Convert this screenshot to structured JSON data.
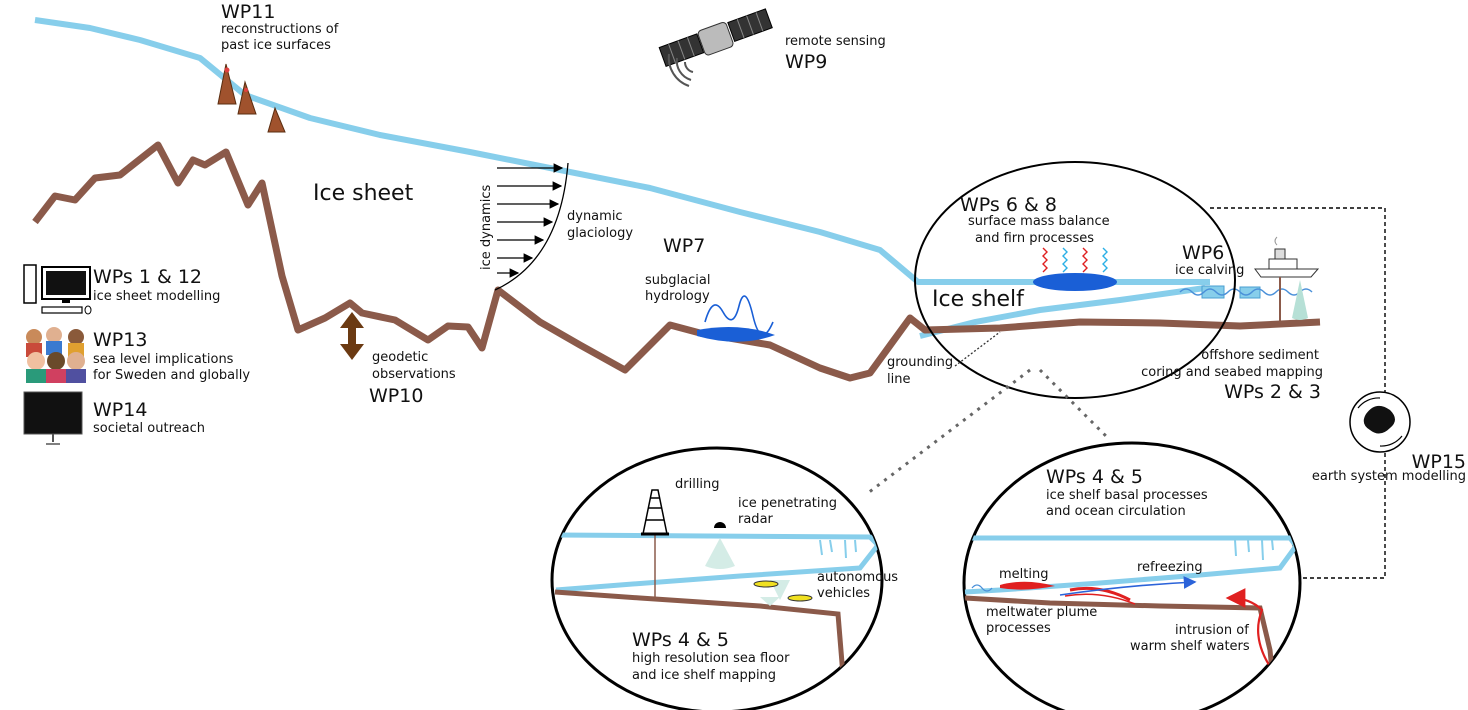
{
  "wp11": {
    "title": "WP11",
    "line1": "reconstructions of",
    "line2": "past ice surfaces"
  },
  "wp9": {
    "title": "WP9",
    "desc": "remote sensing"
  },
  "ice_sheet": "Ice sheet",
  "ice_dynamics": {
    "arrow_label": "ice dynamics",
    "line1": "dynamic",
    "line2": "glaciology"
  },
  "wp7": {
    "title": "WP7",
    "line1": "subglacial",
    "line2": "hydrology"
  },
  "wp10": {
    "title": "WP10",
    "line1": "geodetic",
    "line2": "observations"
  },
  "wp1_12": {
    "title": "WPs 1 & 12",
    "desc": "ice sheet modelling"
  },
  "wp13": {
    "title": "WP13",
    "line1": "sea level implications",
    "line2": "for Sweden and globally"
  },
  "wp14": {
    "title": "WP14",
    "desc": "societal outreach"
  },
  "shelf_circle": {
    "title": "WPs 6 & 8",
    "line1": "surface mass balance",
    "line2": "and firn processes",
    "ice_shelf": "Ice shelf",
    "calving_title": "WP6",
    "calving_desc": "ice calving"
  },
  "grounding": {
    "line1": "grounding",
    "line2": "line"
  },
  "wp2_3": {
    "title": "WPs 2 & 3",
    "line1": "offshore sediment",
    "line2": "coring and seabed mapping"
  },
  "wp15": {
    "title": "WP15",
    "desc": "earth system modelling"
  },
  "zoom_left": {
    "drilling": "drilling",
    "radar1": "ice penetrating",
    "radar2": "radar",
    "auv1": "autonomous",
    "auv2": "vehicles",
    "title": "WPs 4 & 5",
    "line1": "high resolution sea floor",
    "line2": "and ice shelf mapping"
  },
  "zoom_right": {
    "title": "WPs 4 & 5",
    "line1": "ice shelf basal processes",
    "line2": "and ocean circulation",
    "melting": "melting",
    "refreezing": "refreezing",
    "plume1": "meltwater plume",
    "plume2": "processes",
    "warm1": "intrusion of",
    "warm2": "warm shelf waters"
  },
  "colors": {
    "ice": "#87ceeb",
    "bed": "#8b5a4a",
    "water_blob": "#1a5fd6",
    "melt": "#e02020",
    "dark_arrow": "#6b3a12"
  }
}
